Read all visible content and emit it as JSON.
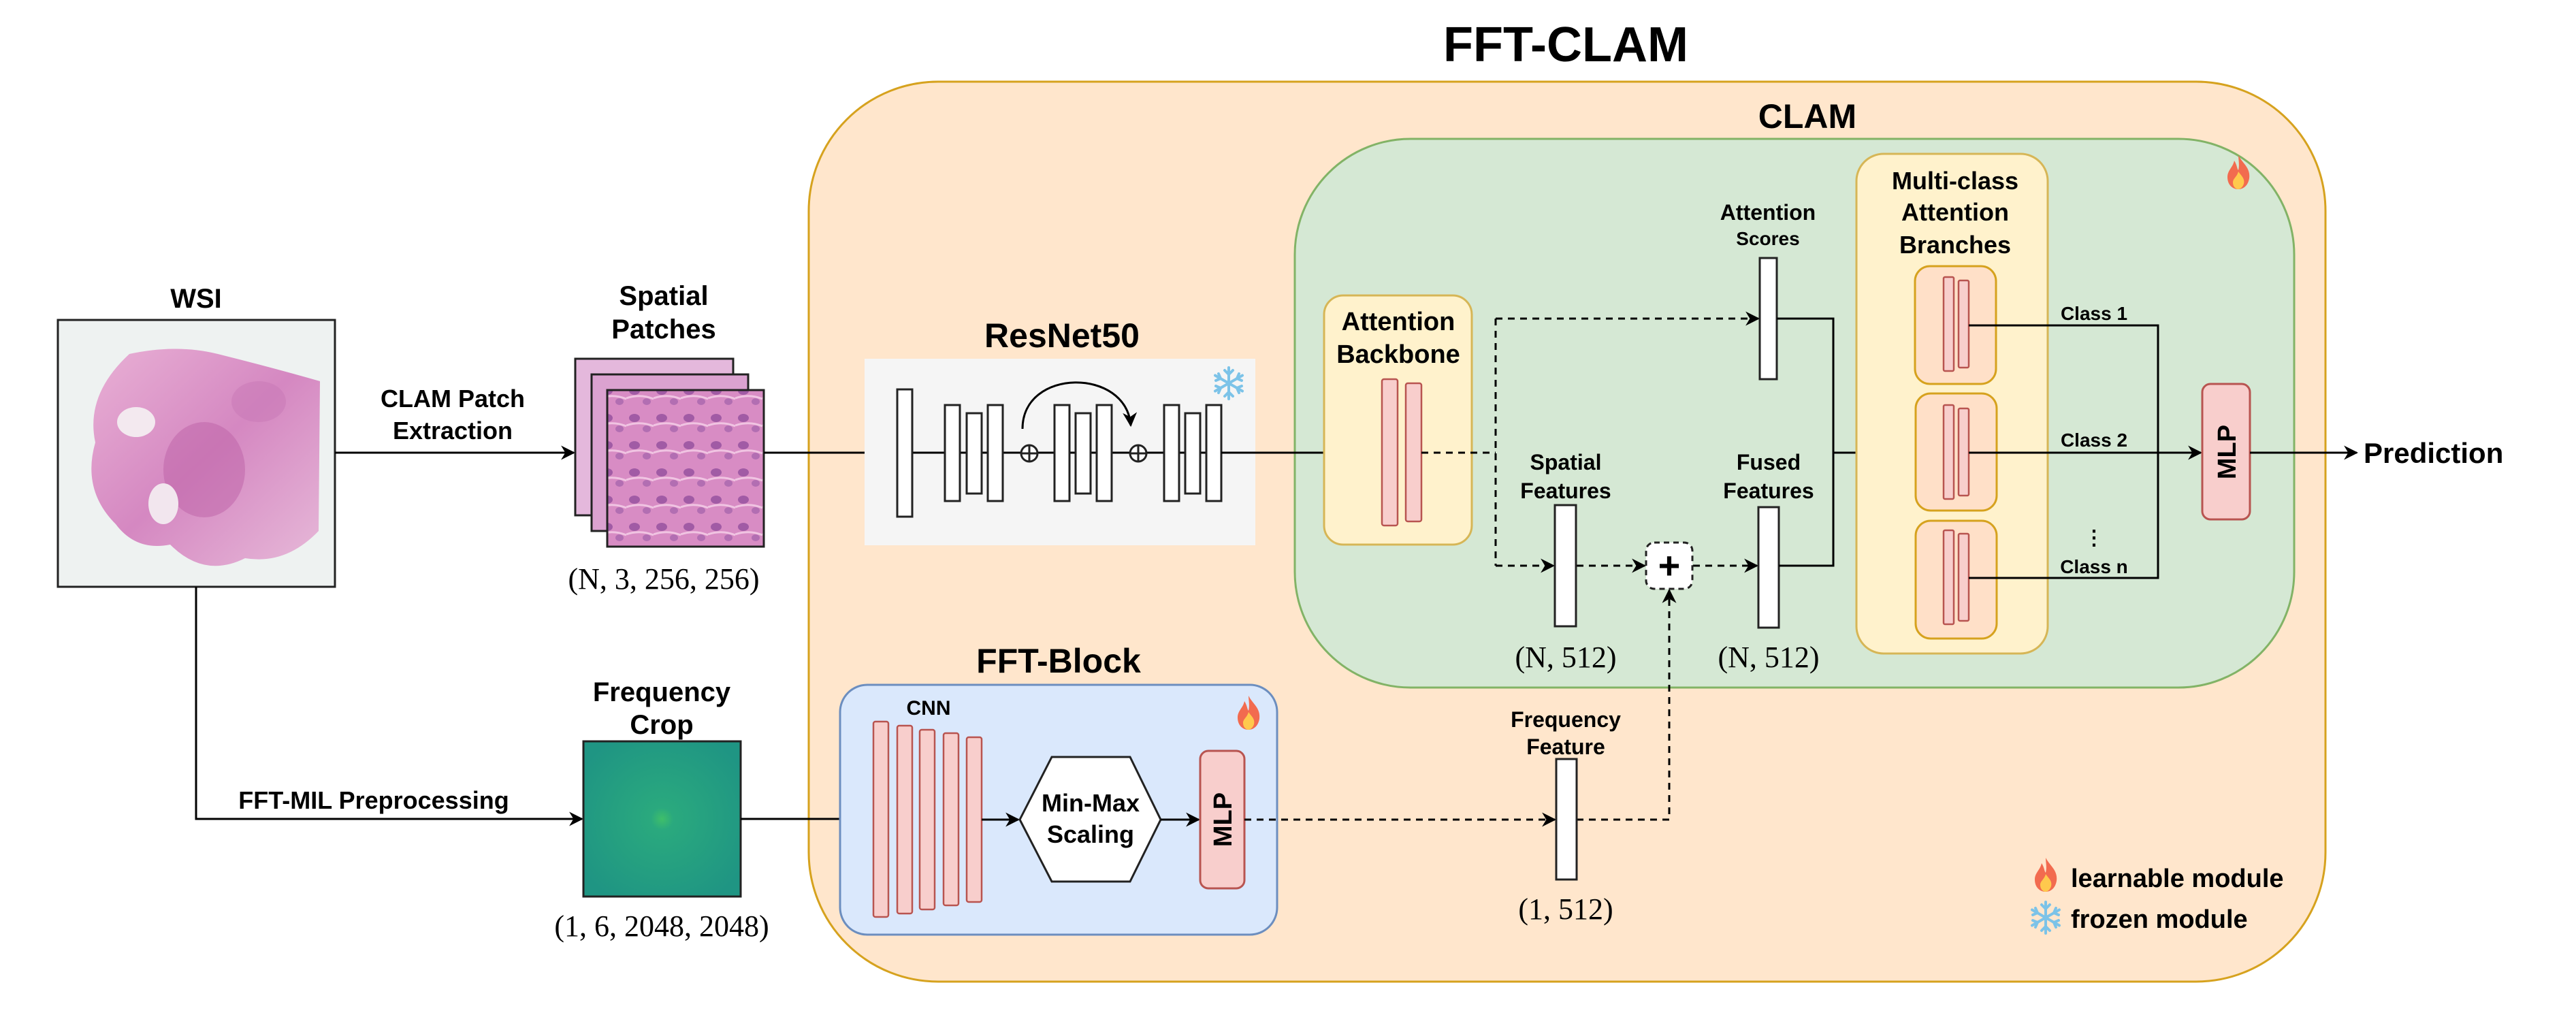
{
  "title": "FFT-CLAM",
  "colors": {
    "outer_fill": "#ffe6cc",
    "outer_stroke": "#d6a21e",
    "clam_fill": "#d5e8d4",
    "clam_stroke": "#82b366",
    "yellow_fill": "#fff2cc",
    "yellow_stroke": "#d6b656",
    "branch_fill": "#ffe0c8",
    "pink_fill": "#f8cecc",
    "pink_stroke": "#b85450",
    "fft_fill": "#dae8fc",
    "fft_stroke": "#6c8ebf",
    "resnet_fill": "#f5f5f5",
    "freq_crop": "#229d85",
    "fire": "#f26b4f",
    "snow": "#7cc3e8"
  },
  "wsi": {
    "label": "WSI"
  },
  "edges": {
    "clam_patch_line1": "CLAM Patch",
    "clam_patch_line2": "Extraction",
    "fft_mil": "FFT-MIL Preprocessing"
  },
  "patches": {
    "label_line1": "Spatial",
    "label_line2": "Patches",
    "shape": "(N, 3, 256, 256)"
  },
  "freq_crop": {
    "label_line1": "Frequency",
    "label_line2": "Crop",
    "shape": "(1, 6, 2048, 2048)"
  },
  "resnet": {
    "title": "ResNet50",
    "status_icon": "snowflake-icon"
  },
  "clam": {
    "title": "CLAM",
    "status_icon": "fire-icon",
    "attention_backbone_line1": "Attention",
    "attention_backbone_line2": "Backbone",
    "attention_scores_line1": "Attention",
    "attention_scores_line2": "Scores",
    "spatial_features_line1": "Spatial",
    "spatial_features_line2": "Features",
    "spatial_shape": "(N, 512)",
    "fused_features_line1": "Fused",
    "fused_features_line2": "Features",
    "fused_shape": "(N, 512)",
    "fusion_op": "+",
    "branches_line1": "Multi-class",
    "branches_line2": "Attention",
    "branches_line3": "Branches",
    "classes": [
      "Class 1",
      "Class 2",
      "Class n"
    ],
    "ellipsis": ":",
    "mlp": "MLP"
  },
  "fft_block": {
    "title": "FFT-Block",
    "status_icon": "fire-icon",
    "cnn": "CNN",
    "scaling_line1": "Min-Max",
    "scaling_line2": "Scaling",
    "mlp": "MLP"
  },
  "freq_feature": {
    "label_line1": "Frequency",
    "label_line2": "Feature",
    "shape": "(1, 512)"
  },
  "output": {
    "label": "Prediction"
  },
  "legend": {
    "learnable": "learnable module",
    "frozen": "frozen module"
  }
}
